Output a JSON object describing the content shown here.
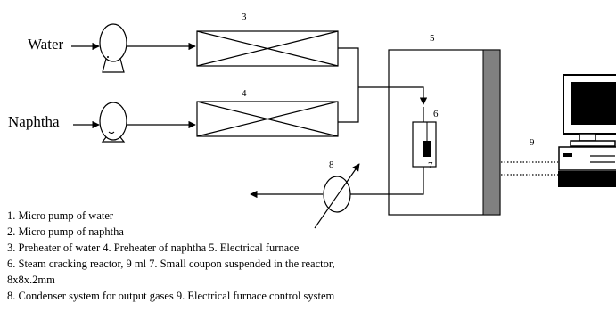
{
  "labels": {
    "water": "Water",
    "naphtha": "Naphtha",
    "n3": "3",
    "n4": "4",
    "n5": "5",
    "n6": "6",
    "n7": "7",
    "n8": "8",
    "n9": "9"
  },
  "legend": [
    "1. Micro pump of water",
    "2. Micro pump of naphtha",
    "3. Preheater of water 4. Preheater of naphtha 5. Electrical furnace",
    "6. Steam cracking reactor, 9 ml 7. Small coupon suspended in the reactor,",
    "8x8x.2mm",
    "8. Condenser system for output gases  9. Electrical furnace control system"
  ]
}
